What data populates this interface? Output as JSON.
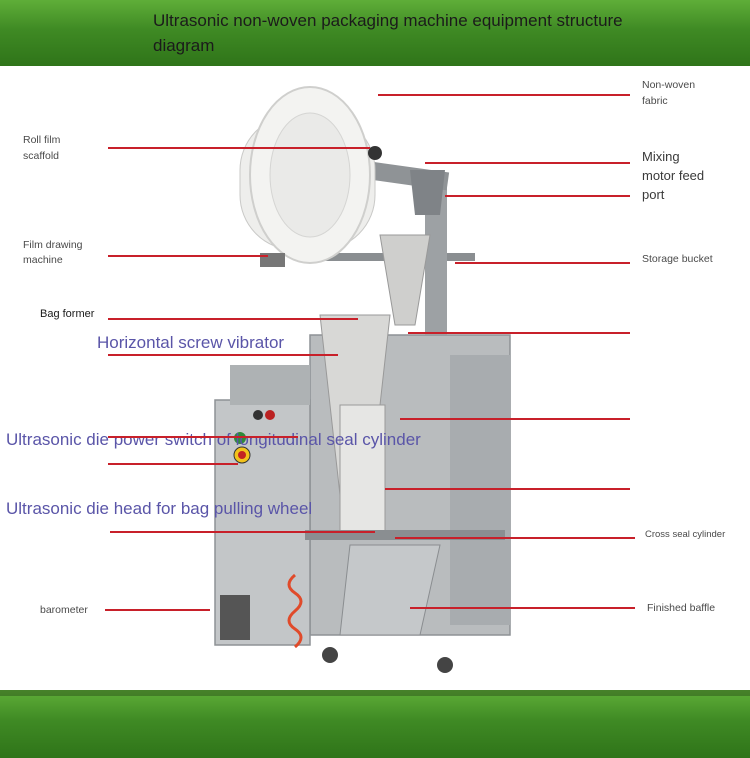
{
  "title": "Ultrasonic non-woven packaging machine equipment structure diagram",
  "labels": {
    "non_woven_fabric_1": "Non-woven",
    "non_woven_fabric_2": "fabric",
    "roll_film_1": "Roll film",
    "roll_film_2": "scaffold",
    "mixing_1": "Mixing",
    "mixing_2": "motor feed",
    "mixing_3": "port",
    "film_drawing_1": "Film drawing",
    "film_drawing_2": "machine",
    "storage_bucket": "Storage bucket",
    "bag_former": "Bag former",
    "horizontal_screw": "Horizontal screw vibrator",
    "ultrasonic_power": "Ultrasonic die power switch of longitudinal seal cylinder",
    "ultrasonic_head": "Ultrasonic die head for bag pulling wheel",
    "cross_seal": "Cross seal cylinder",
    "barometer": "barometer",
    "finished_baffle": "Finished baffle"
  },
  "colors": {
    "band": "#3f8a24",
    "leader_line": "#c8202a",
    "label_text": "#4a4a4a",
    "accent_text": "#5a55a8"
  }
}
